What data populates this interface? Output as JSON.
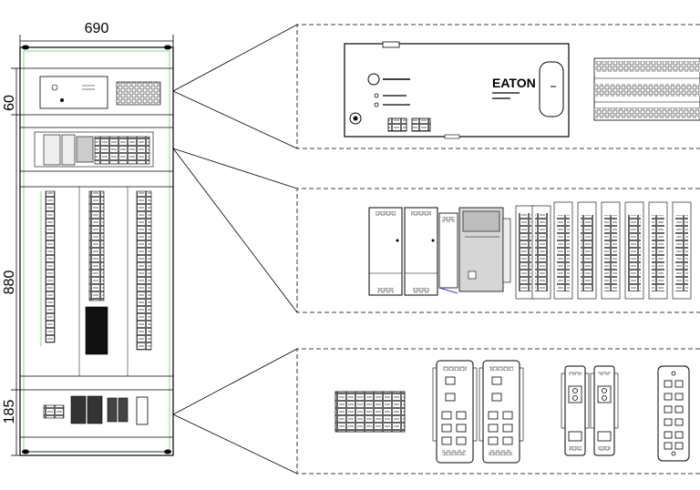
{
  "dimensions": {
    "width": "690",
    "height_top": "60",
    "height_middle": "880",
    "height_bottom": "185"
  },
  "brand": {
    "logo_text": "EATON"
  },
  "colors": {
    "line": "#000000",
    "accent": "#2fbf3a",
    "panel_fill": "#ffffff",
    "shade": "#dddddd"
  }
}
